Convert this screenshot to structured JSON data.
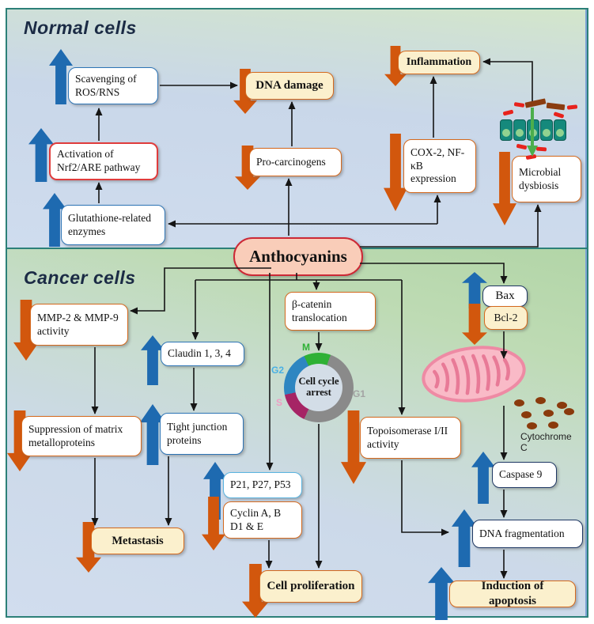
{
  "figure": {
    "normal_section_title": "Normal cells",
    "cancer_section_title": "Cancer cells",
    "central_node": "Anthocyanins"
  },
  "nodes": {
    "scavenging": {
      "label": "Scavenging of ROS/RNS",
      "effect": "up"
    },
    "dna_damage": {
      "label": "DNA damage",
      "effect": "down"
    },
    "activation_nrf2": {
      "label": "Activation of Nrf2/ARE pathway",
      "effect": "up"
    },
    "pro_carcinogens": {
      "label": "Pro-carcinogens",
      "effect": "down"
    },
    "inflammation": {
      "label": "Inflammation",
      "effect": "down"
    },
    "cox2_nfkb": {
      "label": "COX-2, NF- κB expression",
      "effect": "down"
    },
    "microbial_dysbiosis": {
      "label": "Microbial dysbiosis",
      "effect": "down"
    },
    "glutathione": {
      "label": "Glutathione-related enzymes",
      "effect": "up"
    },
    "mmp": {
      "label": "MMP-2 & MMP-9 activity",
      "effect": "down"
    },
    "claudin": {
      "label": "Claudin 1, 3, 4",
      "effect": "up"
    },
    "beta_catenin": {
      "label": "β-catenin translocation",
      "effect": null
    },
    "suppression_mmp": {
      "label": "Suppression of matrix metalloproteins",
      "effect": "down"
    },
    "tight_junction": {
      "label": "Tight junction proteins",
      "effect": "up"
    },
    "topoisomerase": {
      "label": "Topoisomerase I/II activity",
      "effect": "down"
    },
    "p21_p27_p53": {
      "label": "P21, P27, P53",
      "effect": "up"
    },
    "cyclin": {
      "label": "Cyclin A, B D1 & E",
      "effect": "down"
    },
    "metastasis": {
      "label": "Metastasis",
      "effect": "down"
    },
    "cell_proliferation": {
      "label": "Cell proliferation",
      "effect": "down"
    },
    "bax": {
      "label": "Bax",
      "effect": "up"
    },
    "bcl2": {
      "label": "Bcl-2",
      "effect": "down"
    },
    "cytochrome_c": {
      "label": "Cytochrome C",
      "effect": null
    },
    "caspase9": {
      "label": "Caspase 9",
      "effect": "up"
    },
    "dna_fragmentation": {
      "label": "DNA fragmentation",
      "effect": "up"
    },
    "induction_apoptosis": {
      "label": "Induction of apoptosis",
      "effect": "up"
    }
  },
  "cell_cycle": {
    "center_label": "Cell cycle arrest",
    "phases": [
      {
        "name": "M",
        "color": "#2eb135"
      },
      {
        "name": "G2",
        "color": "#2e86c1"
      },
      {
        "name": "S",
        "color": "#a62465"
      },
      {
        "name": "G1",
        "color": "#8a8a8a"
      }
    ]
  },
  "colors": {
    "increase_arrow": "#1e6ab0",
    "decrease_arrow": "#d2570d",
    "highlight_box_bg": "#fbf0cd",
    "box_border_orange": "#d4691e",
    "box_border_blue": "#2e75b6",
    "central_fill": "#f9cdb9",
    "central_border": "#cc2936",
    "section_border": "#2c8078"
  },
  "relationships": [
    "Scavenging of ROS/RNS → DNA damage",
    "Activation of Nrf2/ARE pathway → Scavenging of ROS/RNS",
    "Glutathione-related enzymes → Activation of Nrf2/ARE pathway",
    "Pro-carcinogens → DNA damage",
    "COX-2, NF- κB expression → Inflammation",
    "Microbial dysbiosis → Inflammation",
    "Anthocyanins → Glutathione-related enzymes",
    "Anthocyanins → Pro-carcinogens",
    "Anthocyanins → COX-2, NF- κB expression",
    "Anthocyanins → Microbial dysbiosis",
    "Anthocyanins → MMP-2 & MMP-9 activity",
    "Anthocyanins → Claudin 1, 3, 4",
    "Anthocyanins → β-catenin translocation",
    "Anthocyanins → Topoisomerase I/II activity",
    "Anthocyanins → P21, P27, P53",
    "Anthocyanins → Bax",
    "β-catenin translocation → Cell cycle arrest",
    "MMP-2 & MMP-9 activity → Suppression of matrix metalloproteins",
    "Claudin 1, 3, 4 → Tight junction proteins",
    "Suppression of matrix metalloproteins → Metastasis",
    "Tight junction proteins → Metastasis",
    "Cell cycle arrest → Cell proliferation",
    "Cyclin A, B D1 & E → Cell proliferation",
    "Topoisomerase I/II activity → DNA fragmentation",
    "Bcl-2 → Mitochondria",
    "Mitochondria / Cytochrome C → Caspase 9",
    "Caspase 9 → DNA fragmentation",
    "DNA fragmentation → Induction of apoptosis"
  ]
}
